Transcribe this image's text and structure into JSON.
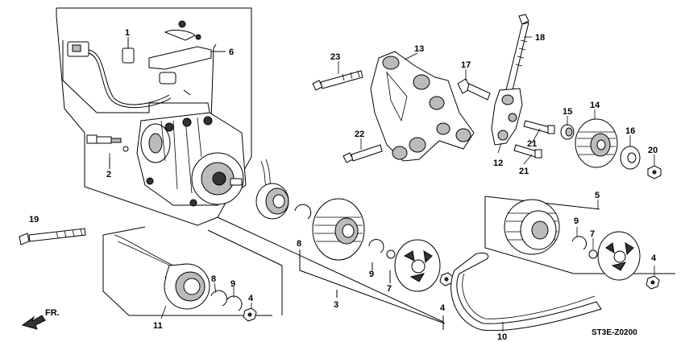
{
  "diagram": {
    "code": "ST3E-Z0200",
    "direction_label": "FR.",
    "callouts": [
      "1",
      "2",
      "3",
      "4",
      "4",
      "4",
      "5",
      "6",
      "7",
      "7",
      "8",
      "8",
      "9",
      "9",
      "9",
      "10",
      "11",
      "12",
      "13",
      "14",
      "15",
      "16",
      "17",
      "18",
      "19",
      "20",
      "21",
      "21",
      "22",
      "23"
    ]
  }
}
